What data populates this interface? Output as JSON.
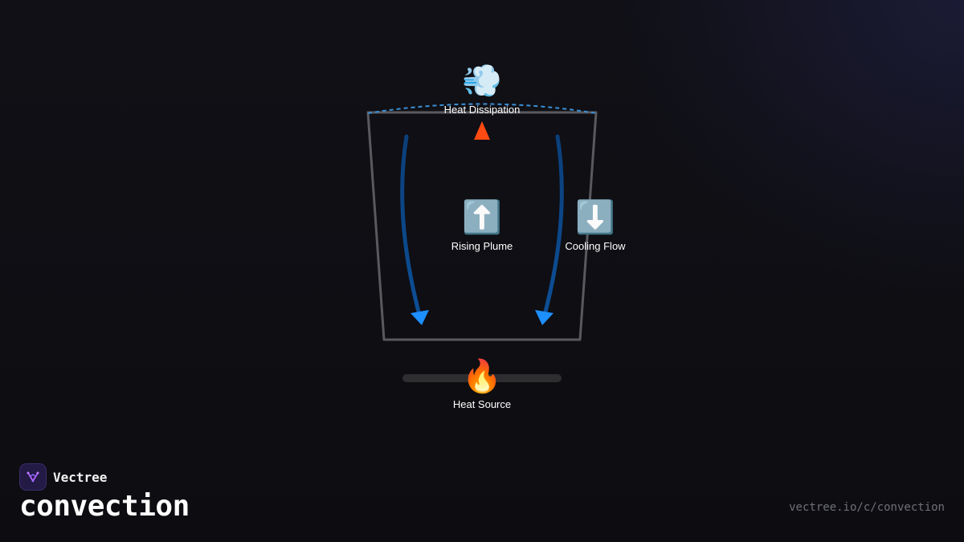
{
  "diagram": {
    "labels": {
      "top": "Heat Dissipation",
      "center": "Rising Plume",
      "right": "Cooling Flow",
      "bottom": "Heat Source"
    },
    "icons": {
      "top": "💨",
      "center": "⬆️",
      "right": "⬇️",
      "bottom": "🔥"
    },
    "icon_names": {
      "top": "wind-icon",
      "center": "up-arrow-icon",
      "right": "down-arrow-icon",
      "bottom": "fire-icon"
    },
    "colors": {
      "hot": "#ff4a12",
      "hot_dark": "#8a2a10",
      "cool": "#1e8fff",
      "cool_dark": "#0b4a8c",
      "container": "#5a5a5e",
      "dissipation": "#3b8fd6"
    }
  },
  "brand": {
    "name": "Vectree"
  },
  "page": {
    "title": "convection",
    "url": "vectree.io/c/convection"
  }
}
